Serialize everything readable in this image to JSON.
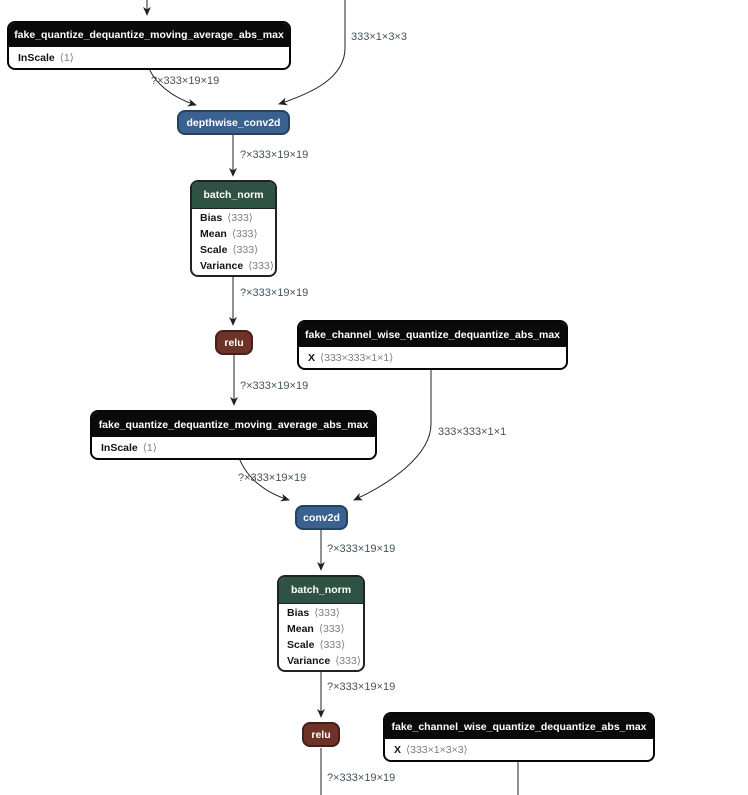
{
  "diagram": {
    "colors": {
      "layer_blue": "#3b6191",
      "normalization_green": "#2e5345",
      "activation_maroon": "#6f3228",
      "quantize_black": "#0a0a0a",
      "edge_stroke": "#222222",
      "edge_label_text": "#43525c",
      "background": "#ffffff"
    },
    "nodes": [
      {
        "title": "fake_quantize_dequantize_moving_average_abs_max",
        "attrs": [
          {
            "name": "InScale",
            "value": "⟨1⟩"
          }
        ]
      },
      {
        "title": "depthwise_conv2d"
      },
      {
        "title": "batch_norm",
        "attrs": [
          {
            "name": "Bias",
            "value": "⟨333⟩"
          },
          {
            "name": "Mean",
            "value": "⟨333⟩"
          },
          {
            "name": "Scale",
            "value": "⟨333⟩"
          },
          {
            "name": "Variance",
            "value": "⟨333⟩"
          }
        ]
      },
      {
        "title": "relu"
      },
      {
        "title": "fake_channel_wise_quantize_dequantize_abs_max",
        "attrs": [
          {
            "name": "X",
            "value": "⟨333×333×1×1⟩"
          }
        ]
      },
      {
        "title": "fake_quantize_dequantize_moving_average_abs_max",
        "attrs": [
          {
            "name": "InScale",
            "value": "⟨1⟩"
          }
        ]
      },
      {
        "title": "conv2d"
      },
      {
        "title": "batch_norm",
        "attrs": [
          {
            "name": "Bias",
            "value": "⟨333⟩"
          },
          {
            "name": "Mean",
            "value": "⟨333⟩"
          },
          {
            "name": "Scale",
            "value": "⟨333⟩"
          },
          {
            "name": "Variance",
            "value": "⟨333⟩"
          }
        ]
      },
      {
        "title": "relu"
      },
      {
        "title": "fake_channel_wise_quantize_dequantize_abs_max",
        "attrs": [
          {
            "name": "X",
            "value": "⟨333×1×3×3⟩"
          }
        ]
      }
    ],
    "edge_labels": [
      {
        "text": "333×1×3×3"
      },
      {
        "text": "?×333×19×19"
      },
      {
        "text": "?×333×19×19"
      },
      {
        "text": "?×333×19×19"
      },
      {
        "text": "?×333×19×19"
      },
      {
        "text": "?×333×19×19"
      },
      {
        "text": "333×333×1×1"
      },
      {
        "text": "?×333×19×19"
      },
      {
        "text": "?×333×19×19"
      },
      {
        "text": "?×333×19×19"
      }
    ]
  }
}
